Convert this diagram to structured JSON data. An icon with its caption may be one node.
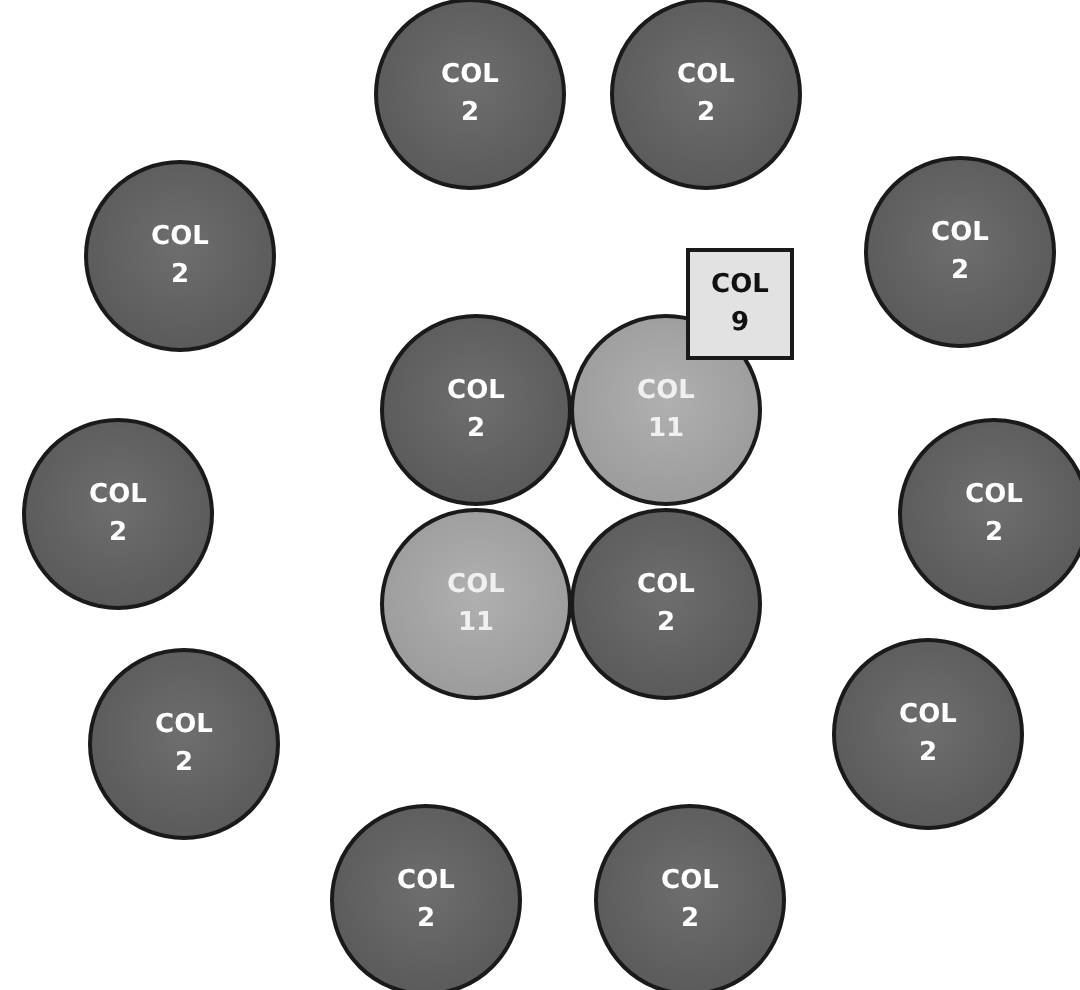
{
  "diagram": {
    "nodes": [
      {
        "text": [
          "COL 2"
        ]
      },
      {
        "text": [
          "COL 2"
        ]
      },
      {
        "text": [
          "COL 2"
        ]
      },
      {
        "text": [
          "COL 2"
        ]
      },
      {
        "text": [
          "COL 9"
        ]
      },
      {
        "text": [
          "COL 2"
        ]
      },
      {
        "text": [
          "COL 11"
        ]
      },
      {
        "text": [
          "COL 2"
        ]
      },
      {
        "text": [
          "COL 2"
        ]
      },
      {
        "text": [
          "COL 11"
        ]
      },
      {
        "text": [
          "COL 2"
        ]
      },
      {
        "text": [
          "COL 2"
        ]
      },
      {
        "text": [
          "COL 2"
        ]
      },
      {
        "text": [
          "COL 2"
        ]
      },
      {
        "text": [
          "COL 2"
        ]
      }
    ]
  }
}
